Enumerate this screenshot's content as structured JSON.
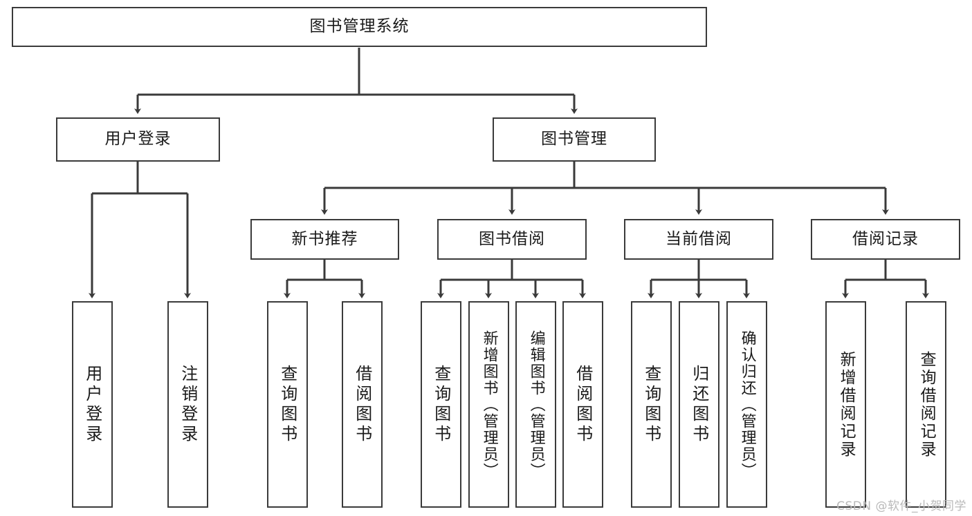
{
  "diagram": {
    "title": "图书管理系统",
    "type": "hierarchy-tree",
    "root": {
      "label": "图书管理系统"
    },
    "level2": [
      {
        "label": "用户登录"
      },
      {
        "label": "图书管理"
      }
    ],
    "level3": [
      {
        "label": "新书推荐"
      },
      {
        "label": "图书借阅"
      },
      {
        "label": "当前借阅"
      },
      {
        "label": "借阅记录"
      }
    ],
    "leaves": {
      "user_login": [
        {
          "label": "用户登录"
        },
        {
          "label": "注销登录"
        }
      ],
      "new_book_recommend": [
        {
          "label": "查询图书"
        },
        {
          "label": "借阅图书"
        }
      ],
      "book_borrow": [
        {
          "label": "查询图书"
        },
        {
          "label": "新增图书（管理员）"
        },
        {
          "label": "编辑图书（管理员）"
        },
        {
          "label": "借阅图书"
        }
      ],
      "current_borrow": [
        {
          "label": "查询图书"
        },
        {
          "label": "归还图书"
        },
        {
          "label": "确认归还（管理员）"
        }
      ],
      "borrow_record": [
        {
          "label": "新增借阅记录"
        },
        {
          "label": "查询借阅记录"
        }
      ]
    }
  },
  "watermark": {
    "text": "CSDN @软件_小贺同学"
  },
  "colors": {
    "border": "#3a3a3a",
    "background": "#ffffff",
    "text": "#1a1a1a",
    "watermark": "#b9b9b9"
  }
}
